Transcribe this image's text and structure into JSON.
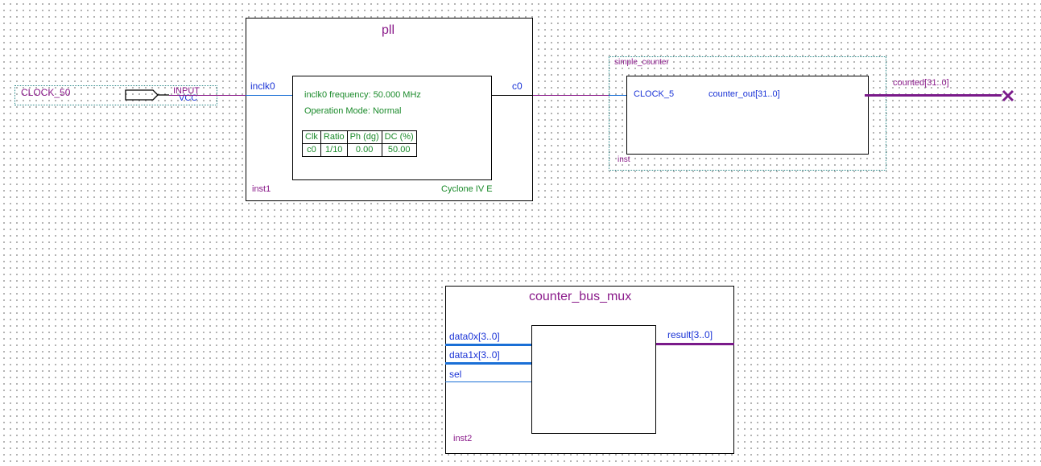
{
  "input_pin": {
    "name": "CLOCK_50",
    "type_label": "INPUT",
    "vcc_label": "VCC"
  },
  "pll": {
    "title": "pll",
    "port_in": "inclk0",
    "port_out": "c0",
    "freq_text": "inclk0 frequency: 50.000 MHz",
    "mode_text": "Operation Mode: Normal",
    "table_headers": [
      "Clk",
      "Ratio",
      "Ph (dg)",
      "DC (%)"
    ],
    "table_rows": [
      [
        "c0",
        "1/10",
        "0.00",
        "50.00"
      ]
    ],
    "instance": "inst1",
    "device": "Cyclone IV E"
  },
  "counter": {
    "title": "simple_counter",
    "port_in": "CLOCK_5",
    "port_out": "counter_out[31..0]",
    "instance": "inst",
    "output_net": "counted[31..0]"
  },
  "mux": {
    "title": "counter_bus_mux",
    "port_data0": "data0x[3..0]",
    "port_data1": "data1x[3..0]",
    "port_sel": "sel",
    "port_result": "result[3..0]",
    "instance": "inst2"
  },
  "colors": {
    "wire_thin": "#8a1a8a",
    "wire_bus": "#7a1a8a",
    "port_line": "#1a6fd6",
    "bus_port_line": "#1a6fd6",
    "text_purple": "#8a1a8a",
    "text_blue": "#1a33d6",
    "text_green": "#1a8a2a"
  }
}
